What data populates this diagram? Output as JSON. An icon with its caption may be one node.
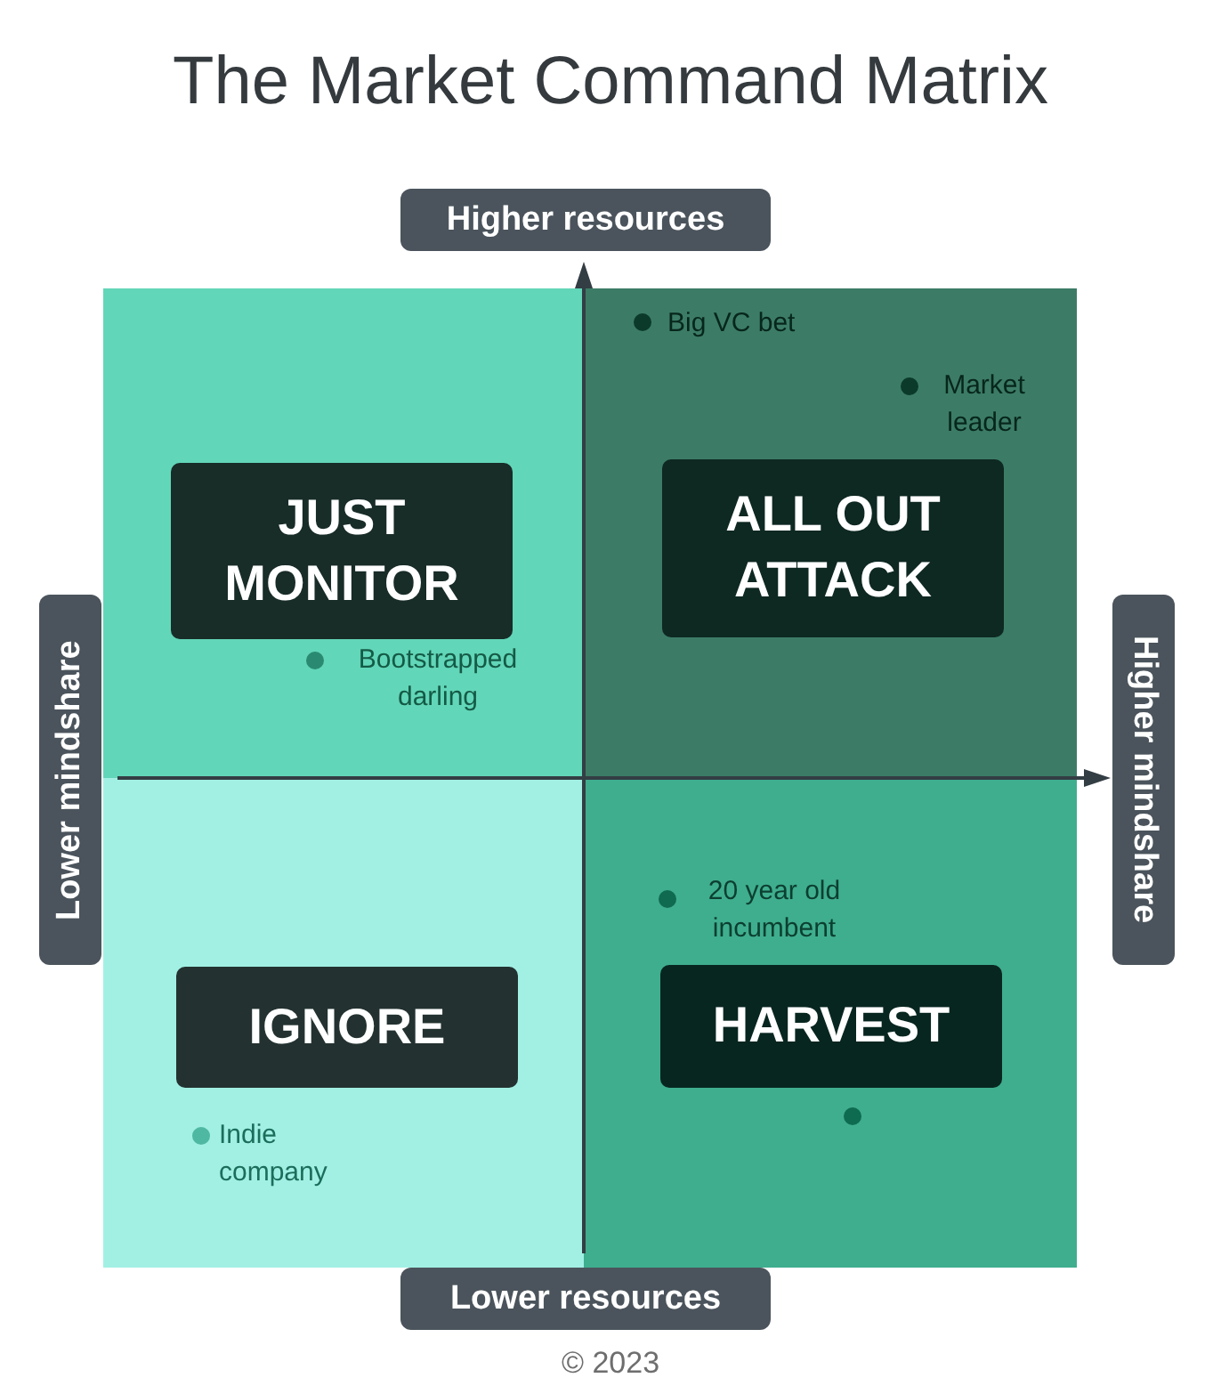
{
  "diagram": {
    "title": "The Market Command Matrix",
    "nodes": [
      {
        "text": [
          "Higher resources"
        ]
      },
      {
        "text": [
          "JUST MONITOR"
        ]
      },
      {
        "text": [
          "ALL OUT ATTACK"
        ]
      },
      {
        "text": [
          "Lower mindshare"
        ]
      },
      {
        "text": [
          "Higher mindshare"
        ]
      },
      {
        "text": [
          "IGNORE"
        ]
      },
      {
        "text": [
          "HARVEST"
        ]
      },
      {
        "text": [
          "Lower resources"
        ]
      }
    ],
    "labels": [
      "Big VC bet",
      "Market leader",
      "Bootstrapped darling",
      "20 year old incumbent",
      "Indie company",
      "© 2023"
    ]
  }
}
